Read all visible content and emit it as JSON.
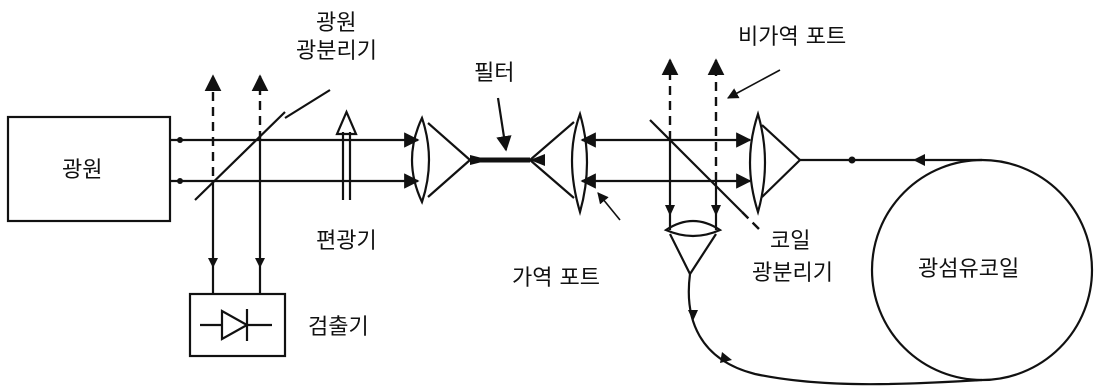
{
  "labels": {
    "light_source": "광원",
    "source_splitter_line1": "광원",
    "source_splitter_line2": "광분리기",
    "polarizer": "편광기",
    "detector": "검출기",
    "filter": "필터",
    "reciprocal_port": "가역 포트",
    "nonreciprocal_port": "비가역 포트",
    "coil_splitter_line1": "코일",
    "coil_splitter_line2": "광분리기",
    "fiber_coil": "광섬유코일"
  },
  "colors": {
    "line": "#111111",
    "background": "#ffffff"
  }
}
